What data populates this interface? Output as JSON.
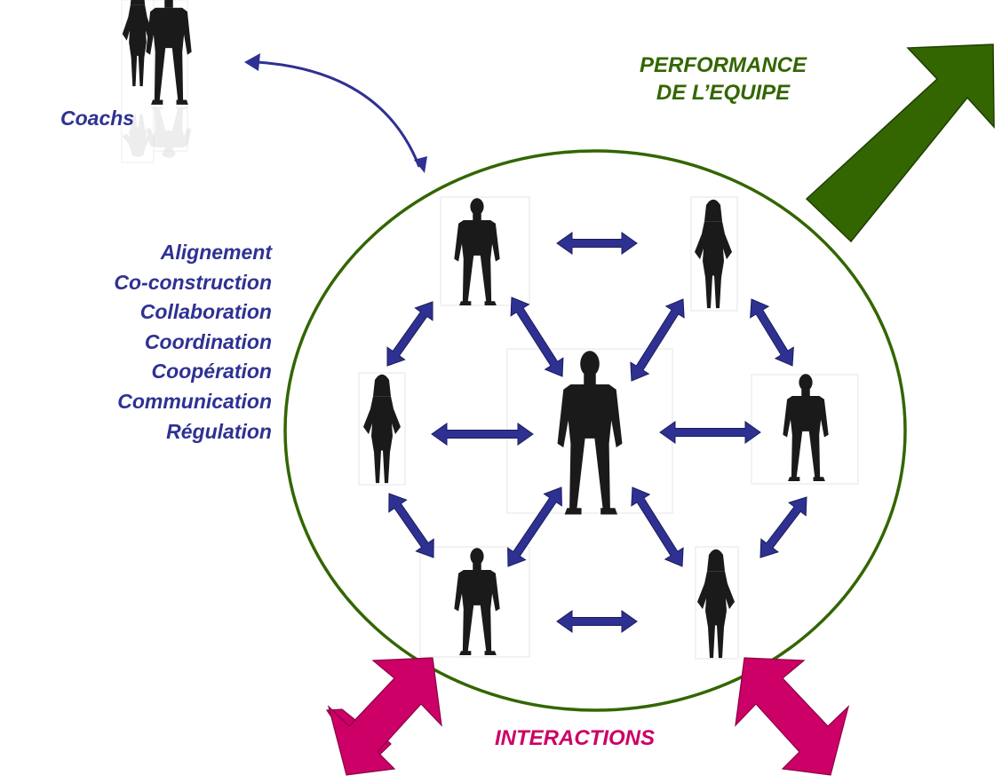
{
  "colors": {
    "coach_text": "#2e3192",
    "process_text": "#2e3192",
    "performance_text": "#336600",
    "interactions_text": "#cc0066",
    "team_circle": "#336600",
    "performance_arrow": "#336600",
    "interaction_arrows": "#cc0066",
    "link_arrows": "#2e3192",
    "silhouettes": "#1a1a1a"
  },
  "coachs": {
    "label": "Coachs"
  },
  "performance": {
    "line1": "PERFORMANCE",
    "line2": "DE L’EQUIPE"
  },
  "processes": [
    "Alignement",
    "Co-construction",
    "Collaboration",
    "Coordination",
    "Coopération",
    "Communication",
    "Régulation"
  ],
  "interactions": {
    "label": "INTERACTIONS"
  },
  "icons": {
    "team_member_man": "man-silhouette-icon",
    "team_member_woman": "woman-silhouette-icon",
    "coaches": "coaches-silhouette-icon"
  }
}
